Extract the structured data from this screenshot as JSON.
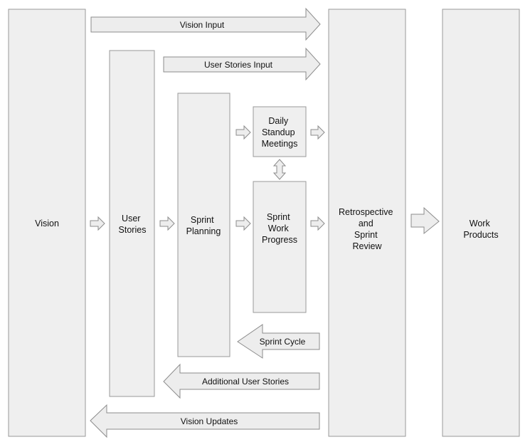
{
  "colors": {
    "box_fill": "#efefef",
    "box_stroke": "#9a9a9a",
    "arrow_fill": "#ededed",
    "arrow_stroke": "#8c8c8c",
    "text": "#111111"
  },
  "boxes": {
    "vision": {
      "label": [
        "Vision"
      ]
    },
    "user_stories": {
      "label": [
        "User",
        "Stories"
      ]
    },
    "sprint_planning": {
      "label": [
        "Sprint",
        "Planning"
      ]
    },
    "daily_standup": {
      "label": [
        "Daily",
        "Standup",
        "Meetings"
      ]
    },
    "sprint_work": {
      "label": [
        "Sprint",
        "Work",
        "Progress"
      ]
    },
    "retrospective": {
      "label": [
        "Retrospective",
        "and",
        "Sprint",
        "Review"
      ]
    },
    "work_products": {
      "label": [
        "Work",
        "Products"
      ]
    }
  },
  "arrows": {
    "vision_input": "Vision Input",
    "user_stories_input": "User Stories Input",
    "sprint_cycle": "Sprint Cycle",
    "additional_user_stories": "Additional User Stories",
    "vision_updates": "Vision Updates"
  }
}
